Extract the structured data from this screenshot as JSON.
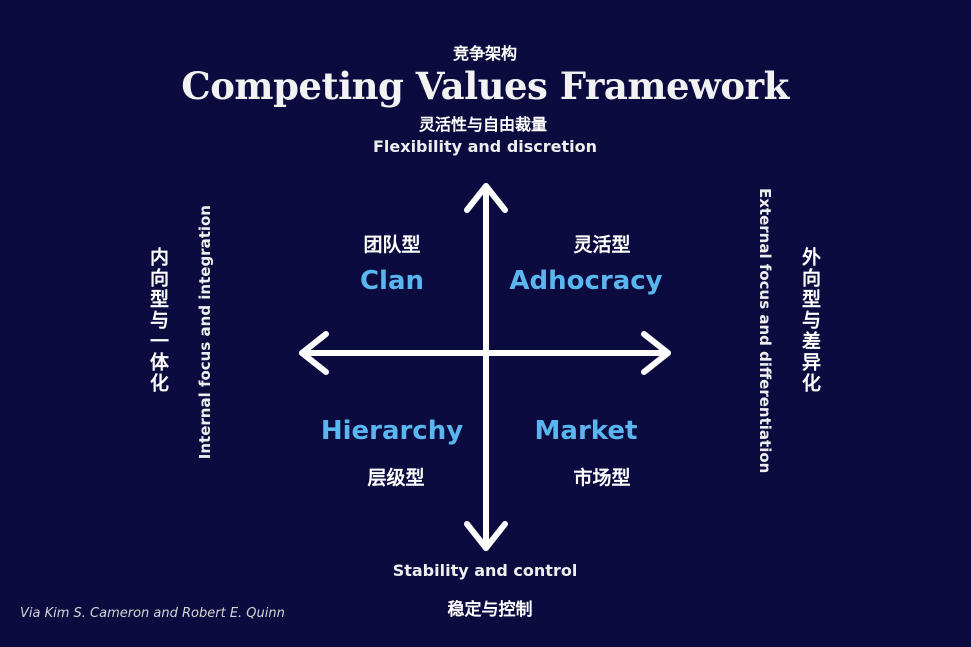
{
  "header": {
    "title_cn": "竞争架构",
    "title_en": "Competing Values Framework"
  },
  "axes": {
    "top_cn": "灵活性与自由裁量",
    "top_en": "Flexibility and discretion",
    "bottom_en": "Stability and control",
    "bottom_cn": "稳定与控制",
    "left_en": "Internal focus and integration",
    "left_cn": "内向型与一体化",
    "right_en": "External focus and differentiation",
    "right_cn": "外向型与差异化"
  },
  "quadrants": {
    "clan_cn": "团队型",
    "clan_en": "Clan",
    "adhocracy_cn": "灵活型",
    "adhocracy_en": "Adhocracy",
    "hierarchy_en": "Hierarchy",
    "hierarchy_cn": "层级型",
    "market_en": "Market",
    "market_cn": "市场型"
  },
  "footer": {
    "credit": "Via Kim S. Cameron and Robert E. Quinn"
  },
  "colors": {
    "background": "#0b0b3f",
    "accent": "#59b6ee",
    "text": "#ffffff"
  }
}
